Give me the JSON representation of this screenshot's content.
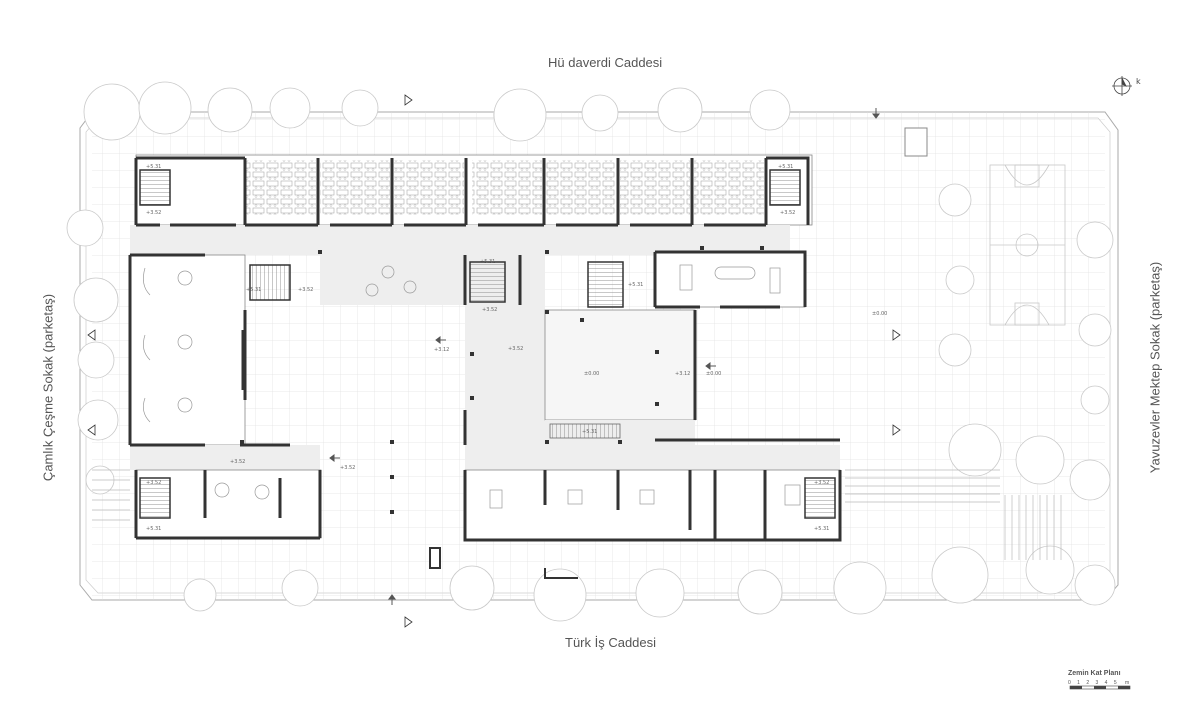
{
  "streets": {
    "north": "Hü     daverdi Caddesi",
    "south": "Türk İş  Caddesi",
    "west": "Çamlık Çeşme Sokak (parketaş)",
    "east": "Yavuzevler Mektep Sokak (parketaş)"
  },
  "north_arrow": {
    "label": "k"
  },
  "legend": {
    "title": "Zemin Kat Planı",
    "scale_numbers": "0 1 2 3 4 5",
    "scale_unit": "m"
  },
  "levels": {
    "nw_stair_top": "+5.31",
    "nw_stair_bottom": "+3.52",
    "ne_stair_top": "+5.31",
    "ne_stair_bottom": "+3.52",
    "west_core": "+5.31",
    "west_core_b": "+3.52",
    "center_stair_top": "+5.31",
    "center_stair_bottom": "+3.52",
    "east_stair": "+5.31",
    "entrance_west": "+3.12",
    "entrance_landing": "+3.52",
    "hall_center": "±0.00",
    "hall_east": "+3.12",
    "hall_east_b": "±0.00",
    "courtyard": "±0.00",
    "hall_bottom": "+5.31",
    "sw_wing": "+3.52",
    "sw_entry": "+3.52",
    "sw_stair_top": "+3.52",
    "sw_stair_bottom": "+5.31",
    "se_stair_top": "+3.52",
    "se_stair_bottom": "+5.31"
  }
}
